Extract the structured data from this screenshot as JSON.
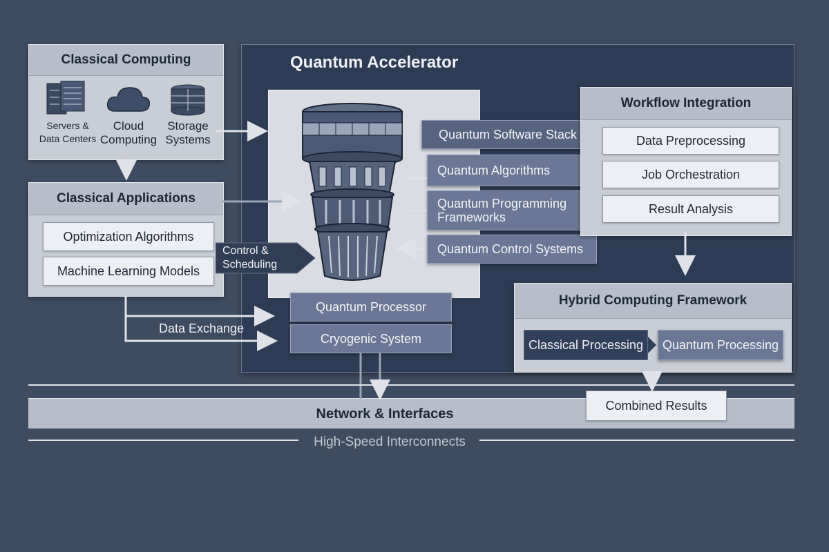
{
  "classical_computing": {
    "title": "Classical Computing",
    "items": [
      {
        "icon": "server-icon",
        "label_line1": "Servers &",
        "label_line2": "Data Centers"
      },
      {
        "icon": "cloud-icon",
        "label_line1": "Cloud",
        "label_line2": "Computing"
      },
      {
        "icon": "storage-icon",
        "label_line1": "Storage",
        "label_line2": "Systems"
      }
    ]
  },
  "classical_applications": {
    "title": "Classical Applications",
    "items": [
      "Optimization Algorithms",
      "Machine Learning Models"
    ]
  },
  "control_scheduling": {
    "line1": "Control &",
    "line2": "Scheduling"
  },
  "data_exchange": "Data Exchange",
  "quantum_accelerator": {
    "title": "Quantum Accelerator",
    "software_stack": "Quantum Software Stack",
    "stack_items": [
      "Quantum Algorithms",
      "Quantum Programming Frameworks",
      "Quantum Control Systems"
    ],
    "processor": "Quantum Processor",
    "cryogenic": "Cryogenic System"
  },
  "workflow_integration": {
    "title": "Workflow Integration",
    "items": [
      "Data Preprocessing",
      "Job Orchestration",
      "Result Analysis"
    ]
  },
  "hybrid_framework": {
    "title": "Hybrid Computing Framework",
    "classical": "Classical Processing",
    "quantum": "Quantum Processing",
    "combined": "Combined Results"
  },
  "network": {
    "title": "Network & Interfaces",
    "subtitle": "High-Speed Interconnects"
  },
  "colors": {
    "background": "#3e4c62",
    "panel": "#c9ced6",
    "accent_blue": "#6a7896",
    "dark_navy": "#31405a"
  }
}
